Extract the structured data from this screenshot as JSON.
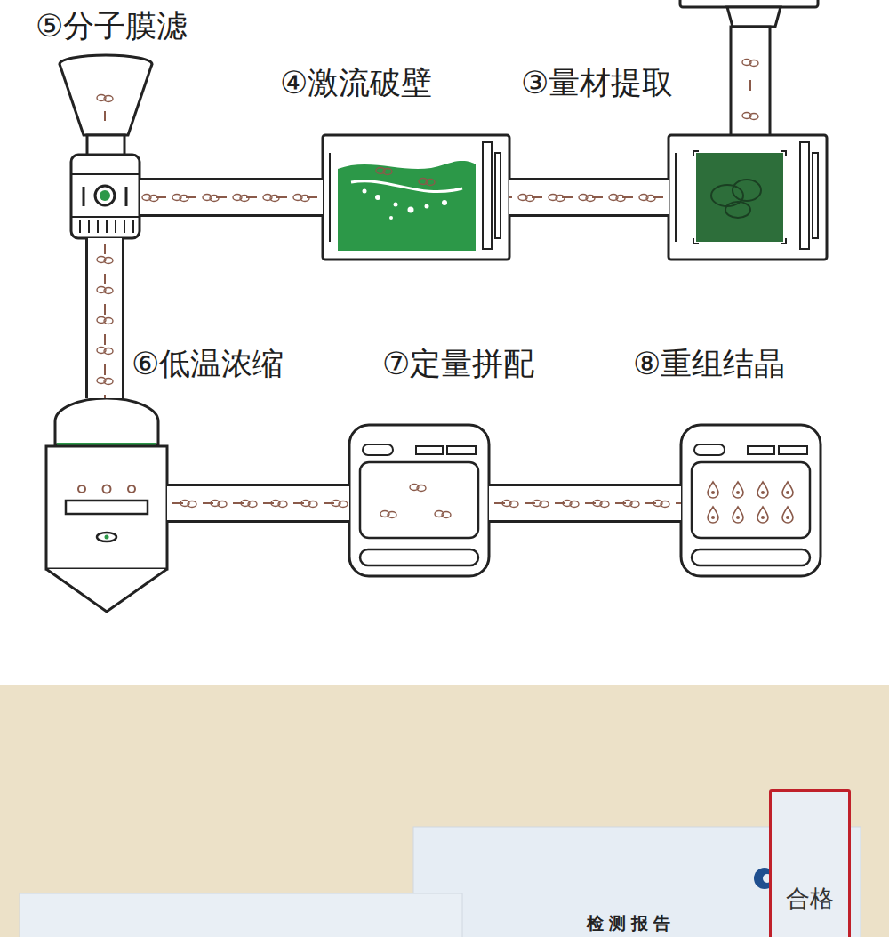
{
  "diagram": {
    "nodes": [
      {
        "text": [
          "⑤分子膜滤"
        ]
      },
      {
        "text": [
          "④激流破壁"
        ]
      },
      {
        "text": [
          "③量材提取"
        ]
      },
      {
        "text": [
          "⑥低温浓缩"
        ]
      },
      {
        "text": [
          "⑦定量拼配"
        ]
      },
      {
        "text": [
          "⑧重组结晶"
        ]
      },
      {
        "text": [
          "检测报告"
        ]
      },
      {
        "text": [
          "合格"
        ]
      }
    ],
    "edges": [
      {
        "from": 2,
        "to": 1,
        "arrow": "none"
      },
      {
        "from": 1,
        "to": 0,
        "arrow": "none"
      },
      {
        "from": 0,
        "to": 3,
        "arrow": "none"
      },
      {
        "from": 3,
        "to": 4,
        "arrow": "none"
      },
      {
        "from": 4,
        "to": 5,
        "arrow": "none"
      }
    ]
  }
}
